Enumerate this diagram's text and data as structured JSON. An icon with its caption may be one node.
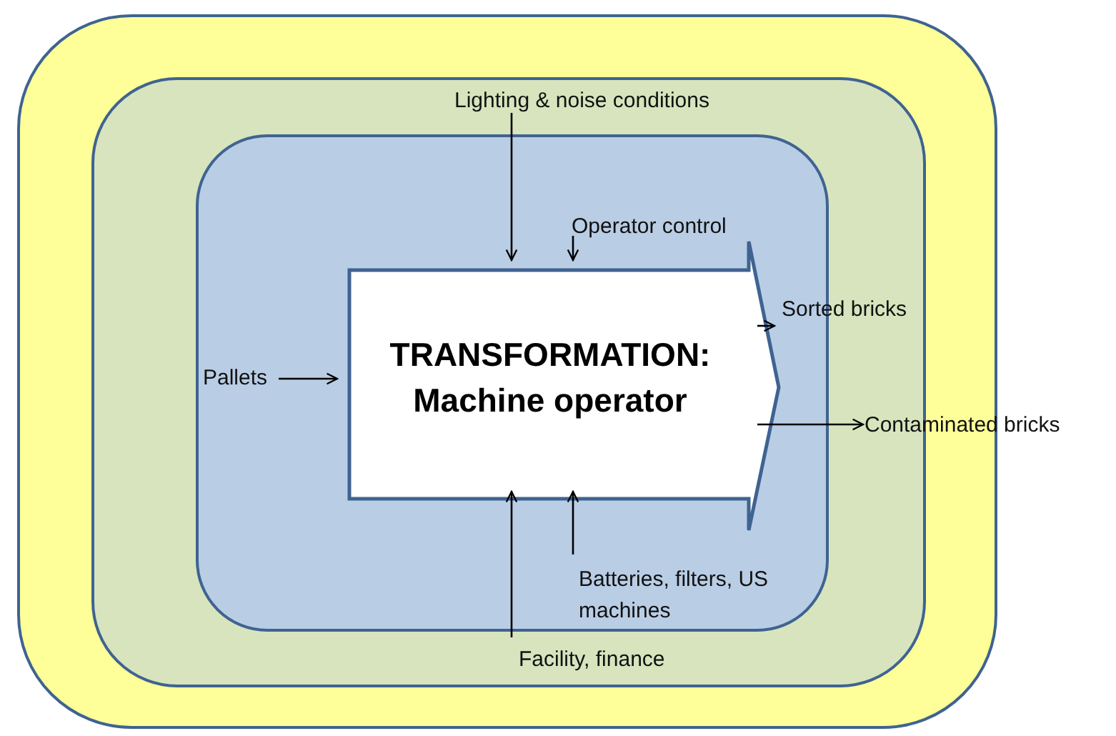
{
  "diagram": {
    "nodes": [
      {
        "text": [],
        "shape": "box"
      },
      {
        "text": [],
        "shape": "box",
        "in": 0
      },
      {
        "text": [],
        "shape": "box",
        "in": 1
      },
      {
        "text": [
          "TRANSFORMATION: Machine operator"
        ],
        "in": 2
      },
      {
        "text": [
          "Lighting & noise conditions"
        ],
        "in": 1
      },
      {
        "text": [
          "Operator control"
        ],
        "in": 2
      },
      {
        "text": [
          "Pallets"
        ],
        "in": 2
      },
      {
        "text": [
          "Sorted bricks"
        ],
        "in": 1
      },
      {
        "text": [
          "Contaminated bricks"
        ]
      },
      {
        "text": [
          "Batteries, filters, US machines"
        ],
        "in": 2
      },
      {
        "text": [
          "Facility, finance"
        ],
        "in": 1
      }
    ],
    "edges": [
      {
        "from": 4,
        "to": 3,
        "arrow": "to"
      },
      {
        "from": 5,
        "to": 3,
        "arrow": "to"
      },
      {
        "from": 6,
        "to": 3,
        "arrow": "to"
      },
      {
        "from": 3,
        "to": 7,
        "arrow": "to"
      },
      {
        "from": 3,
        "to": 8,
        "arrow": "to"
      },
      {
        "from": 9,
        "to": 3,
        "arrow": "to"
      },
      {
        "from": 10,
        "to": 3,
        "arrow": "to"
      }
    ]
  }
}
